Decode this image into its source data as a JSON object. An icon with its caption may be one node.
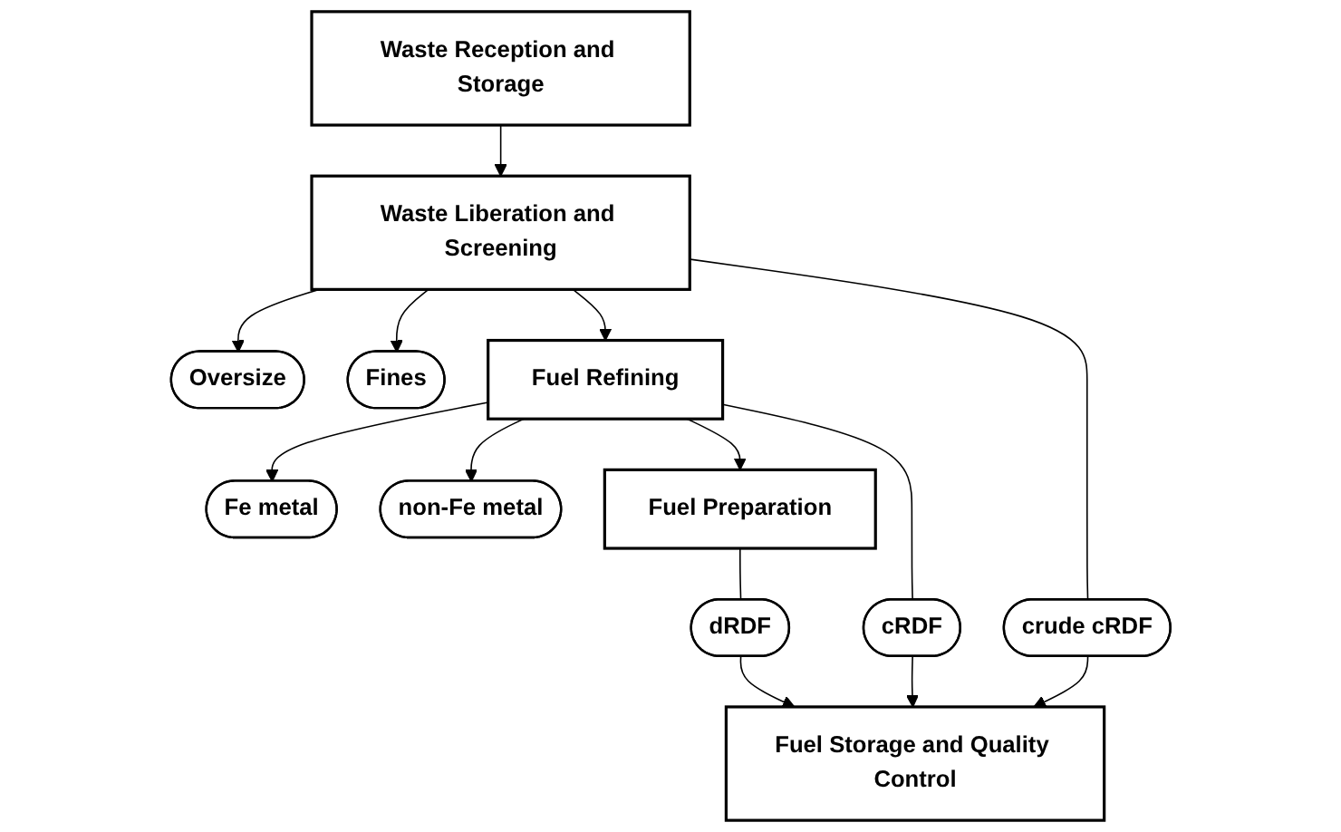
{
  "diagram": {
    "nodes": [
      {
        "text": [
          "Waste Reception and Storage"
        ]
      },
      {
        "text": [
          "Waste Liberation and Screening"
        ]
      },
      {
        "text": [
          "Oversize"
        ]
      },
      {
        "text": [
          "Fines"
        ]
      },
      {
        "text": [
          "Fuel Refining"
        ]
      },
      {
        "text": [
          "Fe metal"
        ]
      },
      {
        "text": [
          "non-Fe metal"
        ]
      },
      {
        "text": [
          "crude cRDF"
        ]
      },
      {
        "text": [
          "Fuel Preparation"
        ]
      },
      {
        "text": [
          "cRDF"
        ]
      },
      {
        "text": [
          "dRDF"
        ]
      },
      {
        "text": [
          "Fuel Storage and Quality Control"
        ]
      }
    ],
    "edges": [
      {
        "from": 0,
        "to": 1,
        "arrow": "to"
      },
      {
        "from": 1,
        "to": 2,
        "arrow": "to"
      },
      {
        "from": 1,
        "to": 3,
        "arrow": "to"
      },
      {
        "from": 1,
        "to": 4,
        "arrow": "to"
      },
      {
        "from": 4,
        "to": 5,
        "arrow": "to"
      },
      {
        "from": 4,
        "to": 6,
        "arrow": "to"
      },
      {
        "from": 4,
        "to": 8,
        "arrow": "to"
      },
      {
        "from": 8,
        "to": 10,
        "arrow": "none"
      },
      {
        "from": 10,
        "to": 11,
        "arrow": "to"
      },
      {
        "from": 1,
        "to": 7,
        "arrow": "none"
      },
      {
        "from": 7,
        "to": 11,
        "arrow": "to"
      },
      {
        "from": 4,
        "to": 9,
        "arrow": "none"
      },
      {
        "from": 9,
        "to": 11,
        "arrow": "to"
      }
    ]
  }
}
